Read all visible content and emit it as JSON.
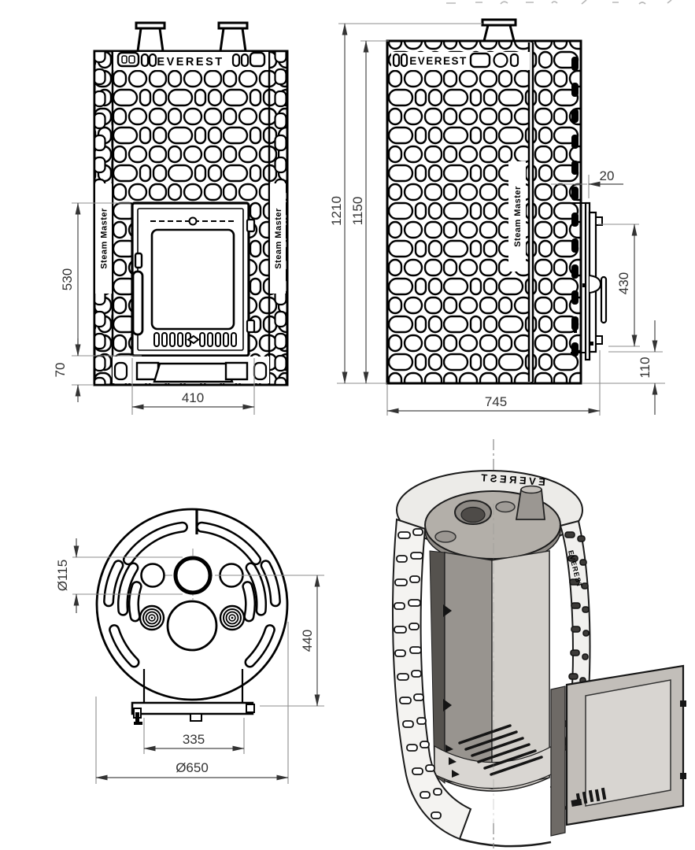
{
  "brand": {
    "logo": "EVEREST",
    "tagline": "Steam Master"
  },
  "views": {
    "front": {
      "dims": {
        "door_height": "530",
        "base_height": "70",
        "door_width": "410"
      }
    },
    "side": {
      "dims": {
        "overall_height": "1210",
        "body_height": "1150",
        "door_offset": "20",
        "door_height": "430",
        "bottom_offset": "110",
        "depth": "745"
      }
    },
    "top": {
      "dims": {
        "chimney_diameter": "Ø115",
        "axis_to_front": "440",
        "mount_width": "335",
        "outer_diameter": "Ø650"
      }
    }
  },
  "colors": {
    "line": "#000000",
    "dimension": "#333333",
    "extension": "#8c8c8c",
    "steel_light": "#d8d5d1",
    "steel": "#c2beb9",
    "steel_mid": "#a39f9a",
    "steel_dark": "#6e6a66"
  }
}
